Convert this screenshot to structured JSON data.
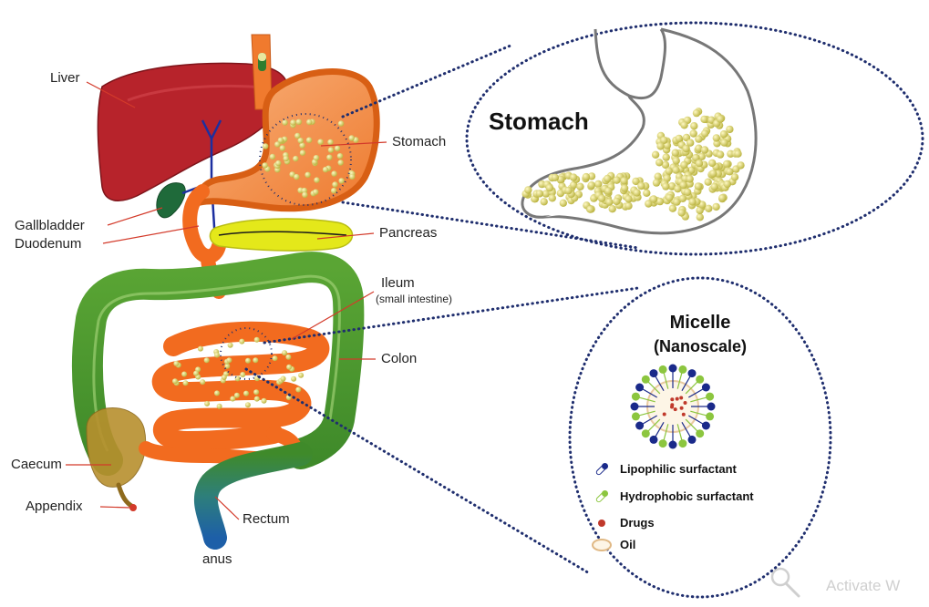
{
  "labels": {
    "liver": "Liver",
    "gallbladder": "Gallbladder",
    "duodenum": "Duodenum",
    "stomach": "Stomach",
    "pancreas": "Pancreas",
    "ileum": "Ileum",
    "ileum_sub": "(small intestine)",
    "colon": "Colon",
    "caecum": "Caecum",
    "appendix": "Appendix",
    "rectum": "Rectum",
    "anus": "anus"
  },
  "zoom_stomach": {
    "title": "Stomach"
  },
  "zoom_micelle": {
    "title_line1": "Micelle",
    "title_line2": "(Nanoscale)",
    "legend": [
      {
        "icon": "lipophilic-surfactant-icon",
        "label": "Lipophilic surfactant"
      },
      {
        "icon": "hydrophobic-surfactant-icon",
        "label": "Hydrophobic surfactant"
      },
      {
        "icon": "drug-icon",
        "label": "Drugs"
      },
      {
        "icon": "oil-icon",
        "label": "Oil"
      }
    ]
  },
  "watermark": {
    "text": "Activate W"
  },
  "colors": {
    "liver": "#b7232b",
    "stomach": "#f07a2e",
    "intestine": "#f26b1f",
    "colon": "#4f9a2e",
    "pancreas": "#e4e81a",
    "particle": "#d7d26a",
    "dotted_line": "#1f2e6e",
    "label_leader": "#d33a2a",
    "micelle_blue": "#1a2a8a",
    "micelle_green": "#8cc63f"
  }
}
